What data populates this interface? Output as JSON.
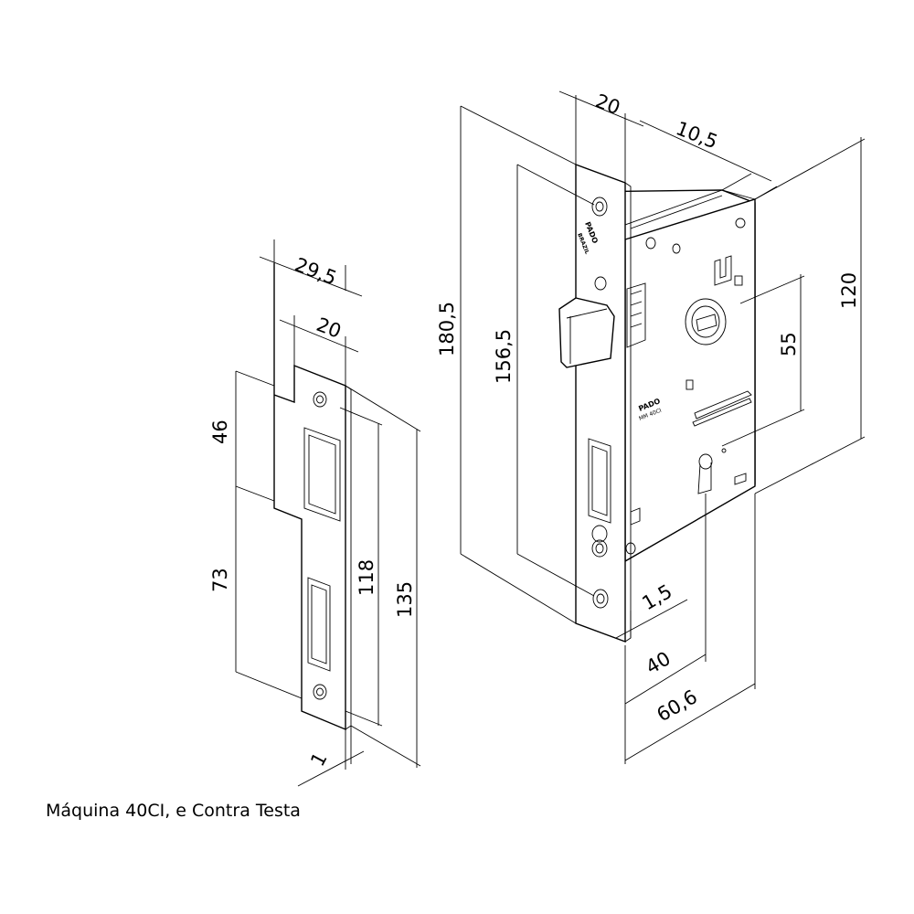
{
  "caption": "Máquina 40CI, e Contra Testa",
  "strike_plate": {
    "width_total": "29,5",
    "width_face": "20",
    "upper_offset": "46",
    "lower_length": "73",
    "slot_span": "118",
    "height": "135",
    "thickness": "1"
  },
  "lock": {
    "faceplate_width": "20",
    "body_depth": "10,5",
    "faceplate_height": "180,5",
    "screw_spacing": "156,5",
    "body_height": "120",
    "handle_to_key": "55",
    "faceplate_thickness": "1,5",
    "backset": "40",
    "body_width": "60,6",
    "brand_name": "PADO",
    "brand_origin": "BRAZIL",
    "brand_model": "MM 40CI"
  }
}
